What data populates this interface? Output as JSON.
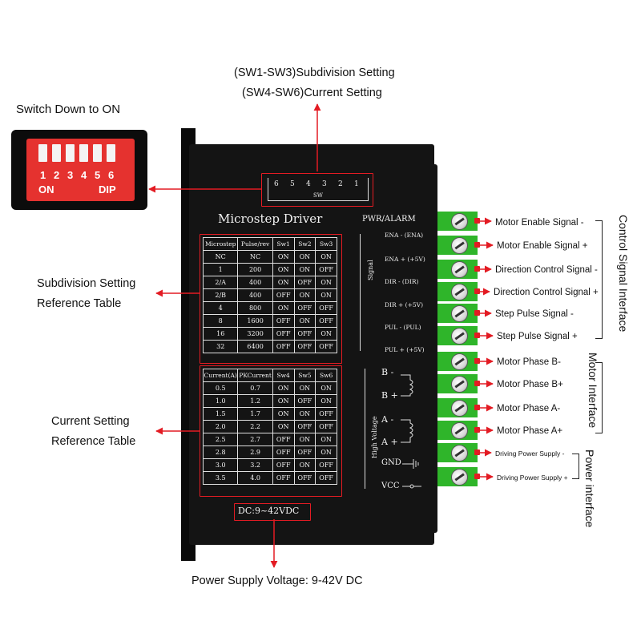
{
  "top": {
    "subdivision": "(SW1-SW3)Subdivision Setting",
    "current": "(SW4-SW6)Current Setting"
  },
  "dip": {
    "caption": "Switch Down to ON",
    "numbers": [
      "1",
      "2",
      "3",
      "4",
      "5",
      "6"
    ],
    "on_label": "ON",
    "dip_label": "DIP"
  },
  "panel": {
    "title": "Microstep Driver",
    "sw_numbers": [
      "6",
      "5",
      "4",
      "3",
      "2",
      "1"
    ],
    "sw_label": "SW",
    "pwr_alarm": "PWR/ALARM",
    "dc_label": "DC:9~42VDC",
    "signal_label": "Signal",
    "high_voltage_label": "High Voltage",
    "signals": [
      "ENA - (ENA)",
      "ENA + (+5V)",
      "DIR - (DIR)",
      "DIR + (+5V)",
      "PUL - (PUL)",
      "PUL + (+5V)"
    ],
    "phases": [
      "B -",
      "B +",
      "A -",
      "A +"
    ],
    "power": [
      "GND",
      "VCC"
    ]
  },
  "microstep_table": {
    "headers": [
      "Microstep",
      "Pulse/rev",
      "Sw1",
      "Sw2",
      "Sw3"
    ],
    "rows": [
      [
        "NC",
        "NC",
        "ON",
        "ON",
        "ON"
      ],
      [
        "1",
        "200",
        "ON",
        "ON",
        "OFF"
      ],
      [
        "2/A",
        "400",
        "ON",
        "OFF",
        "ON"
      ],
      [
        "2/B",
        "400",
        "OFF",
        "ON",
        "ON"
      ],
      [
        "4",
        "800",
        "ON",
        "OFF",
        "OFF"
      ],
      [
        "8",
        "1600",
        "OFF",
        "ON",
        "OFF"
      ],
      [
        "16",
        "3200",
        "OFF",
        "OFF",
        "ON"
      ],
      [
        "32",
        "6400",
        "OFF",
        "OFF",
        "OFF"
      ]
    ]
  },
  "current_table": {
    "headers": [
      "Current(A)",
      "PKCurrent",
      "Sw4",
      "Sw5",
      "Sw6"
    ],
    "rows": [
      [
        "0.5",
        "0.7",
        "ON",
        "ON",
        "ON"
      ],
      [
        "1.0",
        "1.2",
        "ON",
        "OFF",
        "ON"
      ],
      [
        "1.5",
        "1.7",
        "ON",
        "ON",
        "OFF"
      ],
      [
        "2.0",
        "2.2",
        "ON",
        "OFF",
        "OFF"
      ],
      [
        "2.5",
        "2.7",
        "OFF",
        "ON",
        "ON"
      ],
      [
        "2.8",
        "2.9",
        "OFF",
        "OFF",
        "ON"
      ],
      [
        "3.0",
        "3.2",
        "OFF",
        "ON",
        "OFF"
      ],
      [
        "3.5",
        "4.0",
        "OFF",
        "OFF",
        "OFF"
      ]
    ]
  },
  "left_labels": {
    "subdivision_line1": "Subdivision Setting",
    "subdivision_line2": "Reference Table",
    "current_line1": "Current Setting",
    "current_line2": "Reference Table"
  },
  "bottom": {
    "power_voltage": "Power Supply Voltage: 9-42V DC"
  },
  "terminals": [
    "Motor Enable Signal -",
    "Motor Enable Signal +",
    "Direction Control Signal -",
    "Direction Control Signal +",
    "Step Pulse Signal -",
    "Step Pulse Signal +",
    "Motor Phase B-",
    "Motor Phase B+",
    "Motor Phase A-",
    "Motor Phase A+",
    "Driving Power Supply -",
    "Driving Power Supply +"
  ],
  "groups": {
    "control": "Control Signal Interface",
    "motor": "Motor Interface",
    "power": "Power interface"
  },
  "colors": {
    "accent": "#e31b23",
    "terminal_green": "#2fb52a",
    "body": "#141414"
  }
}
